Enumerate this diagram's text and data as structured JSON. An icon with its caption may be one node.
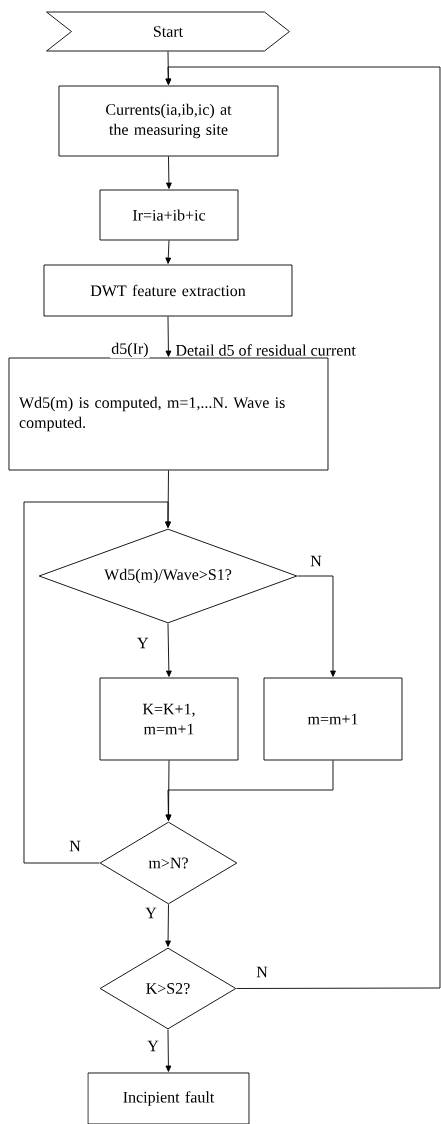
{
  "diagram": {
    "nodes": [
      {
        "text": [
          "Start"
        ]
      },
      {
        "text": [
          "Currents(ia,ib,ic) at the measuring site"
        ]
      },
      {
        "text": [
          "Ir=ia+ib+ic"
        ]
      },
      {
        "text": [
          "DWT feature extraction"
        ]
      },
      {
        "text": [
          "Wd5(m) is computed,  m=1,...N. Wave is computed."
        ]
      },
      {
        "text": [
          "Wd5(m)/Wave>S1?"
        ]
      },
      {
        "text": [
          "K=K+1, m=m+1"
        ]
      },
      {
        "text": [
          "m=m+1"
        ]
      },
      {
        "text": [
          "m>N?"
        ]
      },
      {
        "text": [
          "K>S2?"
        ]
      },
      {
        "text": [
          "Incipient fault"
        ]
      }
    ],
    "edges": [
      {
        "from": 0,
        "to": 1,
        "arrow": "to"
      },
      {
        "from": 1,
        "to": 2,
        "arrow": "to"
      },
      {
        "from": 2,
        "to": 3,
        "arrow": "to"
      },
      {
        "from": 3,
        "to": 4,
        "arrow": "to",
        "label": "d5(Ir)"
      },
      {
        "from": 4,
        "to": 5,
        "arrow": "to"
      },
      {
        "from": 5,
        "to": 6,
        "arrow": "to",
        "label": "Y"
      },
      {
        "from": 5,
        "to": 7,
        "arrow": "to",
        "label": "N"
      },
      {
        "from": 6,
        "to": 8,
        "arrow": "to"
      },
      {
        "from": 7,
        "to": 8,
        "arrow": "to"
      },
      {
        "from": 8,
        "to": 5,
        "arrow": "to",
        "label": "N"
      },
      {
        "from": 8,
        "to": 9,
        "arrow": "to",
        "label": "Y"
      },
      {
        "from": 9,
        "to": 1,
        "arrow": "to",
        "label": "N"
      },
      {
        "from": 9,
        "to": 10,
        "arrow": "to",
        "label": "Y"
      }
    ],
    "labels": [
      "Detail d5 of residual current"
    ]
  }
}
